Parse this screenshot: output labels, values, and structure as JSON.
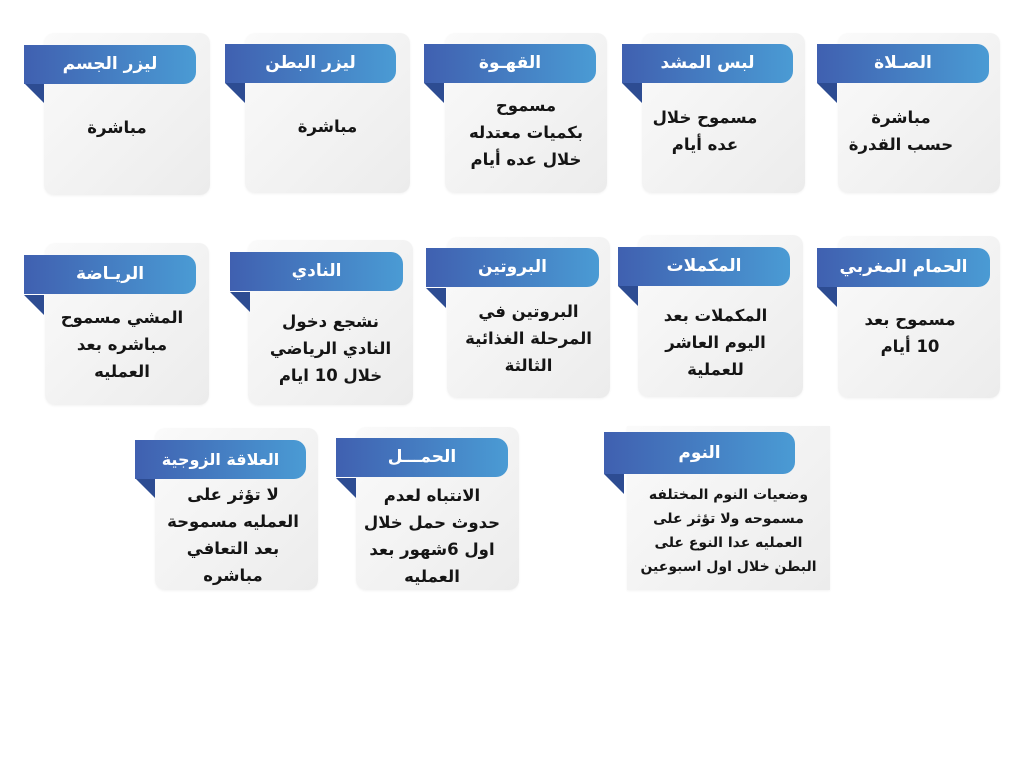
{
  "cards": [
    {
      "title": "ليزر الجسم",
      "body": "مباشرة"
    },
    {
      "title": "ليزر البطن",
      "body": "مباشرة"
    },
    {
      "title": "القهـوة",
      "body": "مسموح\nبكميات معتدله\nخلال عده أيام"
    },
    {
      "title": "لبس المشد",
      "body": "مسموح خلال\nعده أيام"
    },
    {
      "title": "الصـلاة",
      "body": "مباشرة\nحسب القدرة"
    },
    {
      "title": "الريـاضة",
      "body": "المشي مسموح\nمباشره بعد\nالعمليه"
    },
    {
      "title": "النادي",
      "body": "نشجع دخول\nالنادي الرياضي\nخلال 10 ايام"
    },
    {
      "title": "البروتين",
      "body": "البروتين في\nالمرحلة الغذائية\nالثالثة"
    },
    {
      "title": "المكملات",
      "body": "المكملات بعد\nاليوم العاشر\nللعملية"
    },
    {
      "title": "الحمام المغربي",
      "body": "مسموح بعد\n10 أيام"
    },
    {
      "title": "العلاقة الزوجية",
      "body": "لا تؤثر على\nالعمليه مسموحة\nبعد التعافي\nمباشره"
    },
    {
      "title": "الحمـــل",
      "body": "الانتباه لعدم\nحدوث حمل خلال\nاول 6شهور بعد\nالعمليه"
    },
    {
      "title": "النوم",
      "body": "وضعيات النوم المختلفه\nمسموحه  ولا تؤثر على\nالعمليه عدا النوع على\nالبطن خلال اول اسبوعين"
    }
  ],
  "colors": {
    "ribbon_start": "#4060b0",
    "ribbon_end": "#4a9bd4",
    "fold": "#2d4c92",
    "card": "#efefef"
  }
}
